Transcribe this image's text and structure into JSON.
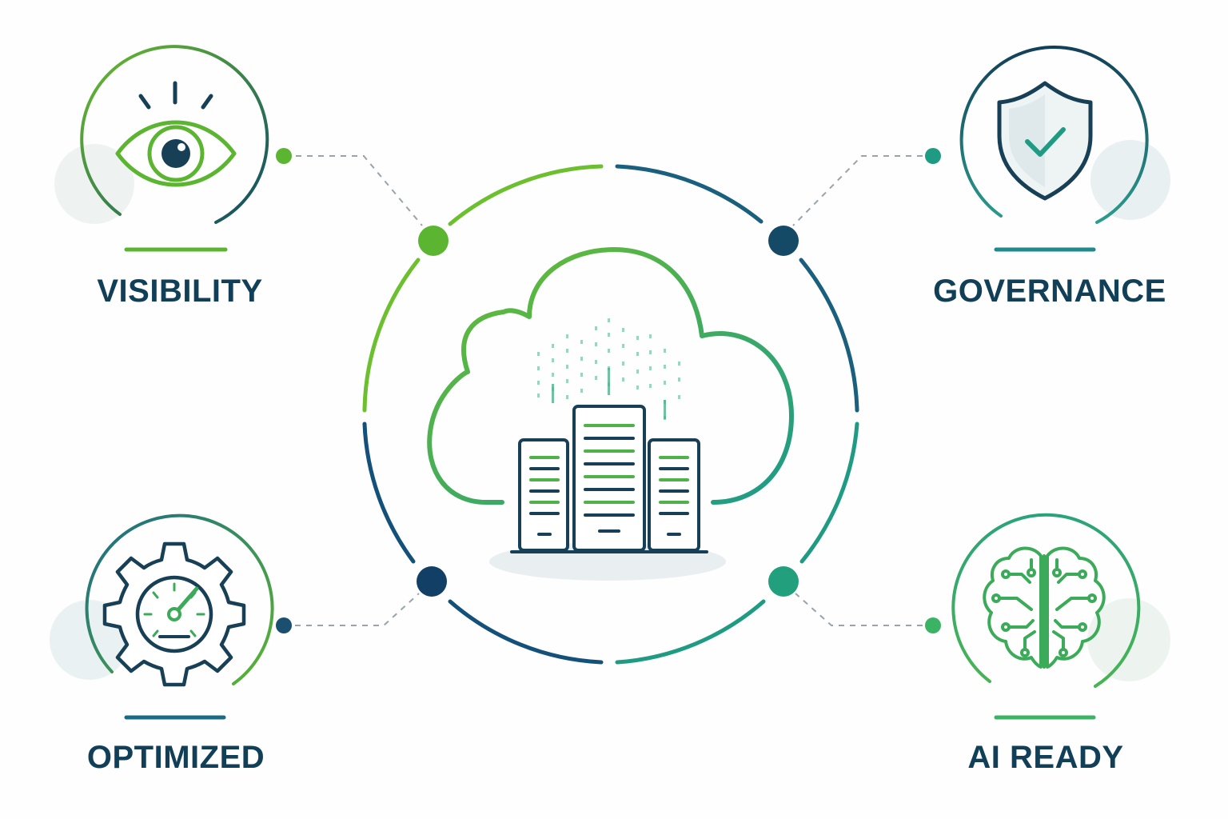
{
  "features": [
    {
      "id": "visibility",
      "label": "VISIBILITY",
      "icon": "eye-icon"
    },
    {
      "id": "governance",
      "label": "GOVERNANCE",
      "icon": "shield-check-icon"
    },
    {
      "id": "optimized",
      "label": "OPTIMIZED",
      "icon": "gear-gauge-icon"
    },
    {
      "id": "ai-ready",
      "label": "AI READY",
      "icon": "brain-circuit-icon"
    }
  ],
  "center": {
    "icon": "cloud-server-icon"
  },
  "colors": {
    "green": "#5cb531",
    "teal": "#1f9b83",
    "navy": "#123f58",
    "gray_dash": "#9aa3ab",
    "disc_bg": "#eef3f2"
  }
}
